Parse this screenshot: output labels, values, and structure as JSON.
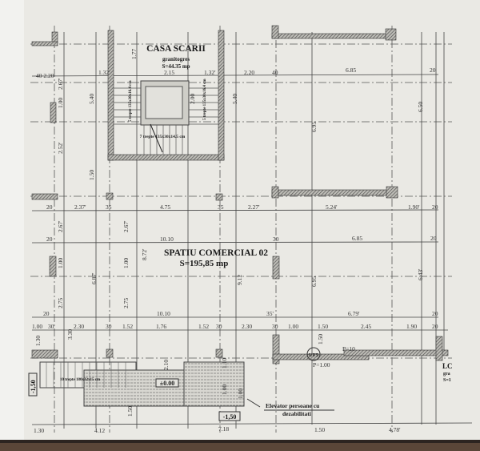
{
  "rooms": {
    "stair": {
      "name": "CASA SCARII",
      "finish": "granitogres",
      "area": "S=44.35 mp"
    },
    "commercial": {
      "name": "SPATIU COMERCIAL 02",
      "area": "S=195,85 mp"
    }
  },
  "stairs": {
    "left_flight": "5 trepte 135x30x16.4 cm",
    "right_flight": "5 trepte 135x30x16.4 cm",
    "bottom_flight": "7 trepte 135x30x14.5 cm",
    "entry_flight": "10 trepte 180x32x15 cm"
  },
  "levels": {
    "ground": "±0.00",
    "lower_left": "-1,50",
    "lower_right": "-1,50"
  },
  "annotations": {
    "elevator_line1": "Elevator persoane cu",
    "elevator_line2": "dezabilitati",
    "door_tag": "UF5",
    "p10": "P=10",
    "p100": "P=1.00",
    "cut_right": "LC",
    "cut_right2": "gra",
    "cut_right3": "S=1"
  },
  "dimensions": {
    "top_row": [
      "40 2.20",
      "1.32'",
      "2.15",
      "1.32'",
      "2.20",
      "40",
      "6.85",
      "20"
    ],
    "row_2": [
      "20",
      "2.37'",
      "35",
      "4.75",
      "35",
      "2.27'",
      "5.24'",
      "1.90'",
      "20"
    ],
    "row_3": [
      "20",
      "10.10",
      "30",
      "6.85",
      "20"
    ],
    "row_4": [
      "20",
      "10.10",
      "35'",
      "6.79'",
      "20"
    ],
    "row_5": [
      "1.00",
      "30",
      "2.30",
      "30",
      "1.52",
      "1.76",
      "1.52",
      "30",
      "2.30",
      "30",
      "1.00",
      "1.50",
      "2.45",
      "1.90",
      "20"
    ],
    "bottom_row": [
      "1.30",
      "4.12",
      "7.18",
      "1.50",
      "4.78'"
    ],
    "vertical": [
      "2.67'",
      "1.00",
      "2.52'",
      "1.50",
      "5.40",
      "1.77",
      "5.40",
      "6.95",
      "6.50",
      "2.67'",
      "1.00",
      "2.75",
      "6.87'",
      "2.67'",
      "1.00",
      "8.72'",
      "2.75",
      "9.12",
      "6.95",
      "6.43'",
      "2.00",
      "1.50",
      "1.00",
      "1.30",
      "1.10",
      "1.00",
      "3.30",
      "2.10",
      "1.50"
    ]
  }
}
